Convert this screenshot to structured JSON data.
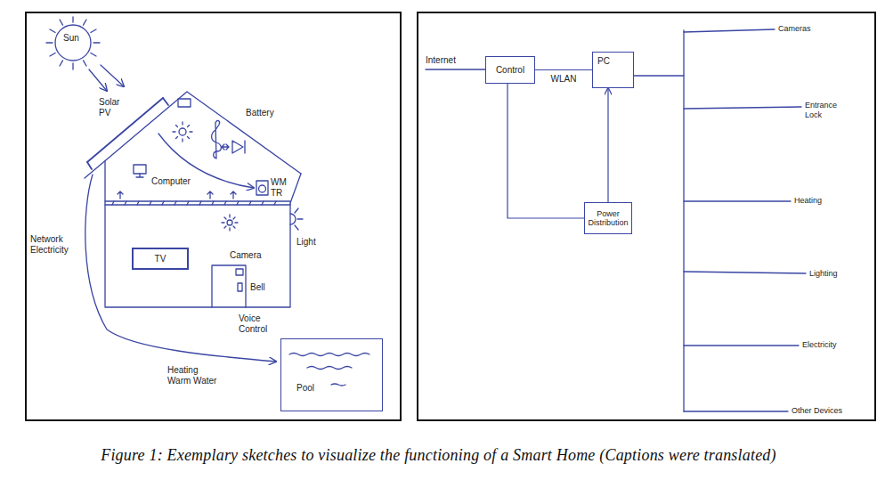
{
  "diagram": {
    "caption": "Figure 1: Exemplary sketches to visualize the functioning of a Smart Home (Captions were translated)",
    "nodes": [
      {
        "text": [
          "TV"
        ]
      },
      {
        "text": [
          "Pool"
        ]
      },
      {
        "text": [
          "Control"
        ]
      },
      {
        "text": [
          "PC"
        ]
      },
      {
        "text": [
          "Power Distribution"
        ]
      }
    ],
    "edges": [
      {
        "from": 2,
        "to": 3,
        "label": "WLAN",
        "arrow": "none"
      },
      {
        "from": 2,
        "to": 4,
        "arrow": "none"
      },
      {
        "from": 4,
        "to": 3,
        "arrow": "to"
      }
    ],
    "labels": [
      "Sun",
      "Solar PV",
      "Battery",
      "Computer",
      "WM TR",
      "Light",
      "Network Electricity",
      "Camera",
      "Bell",
      "Voice Control",
      "Heating Warm Water",
      "Internet",
      "Cameras",
      "Entrance Lock",
      "Heating",
      "Lighting",
      "Electricity",
      "Other Devices"
    ]
  }
}
